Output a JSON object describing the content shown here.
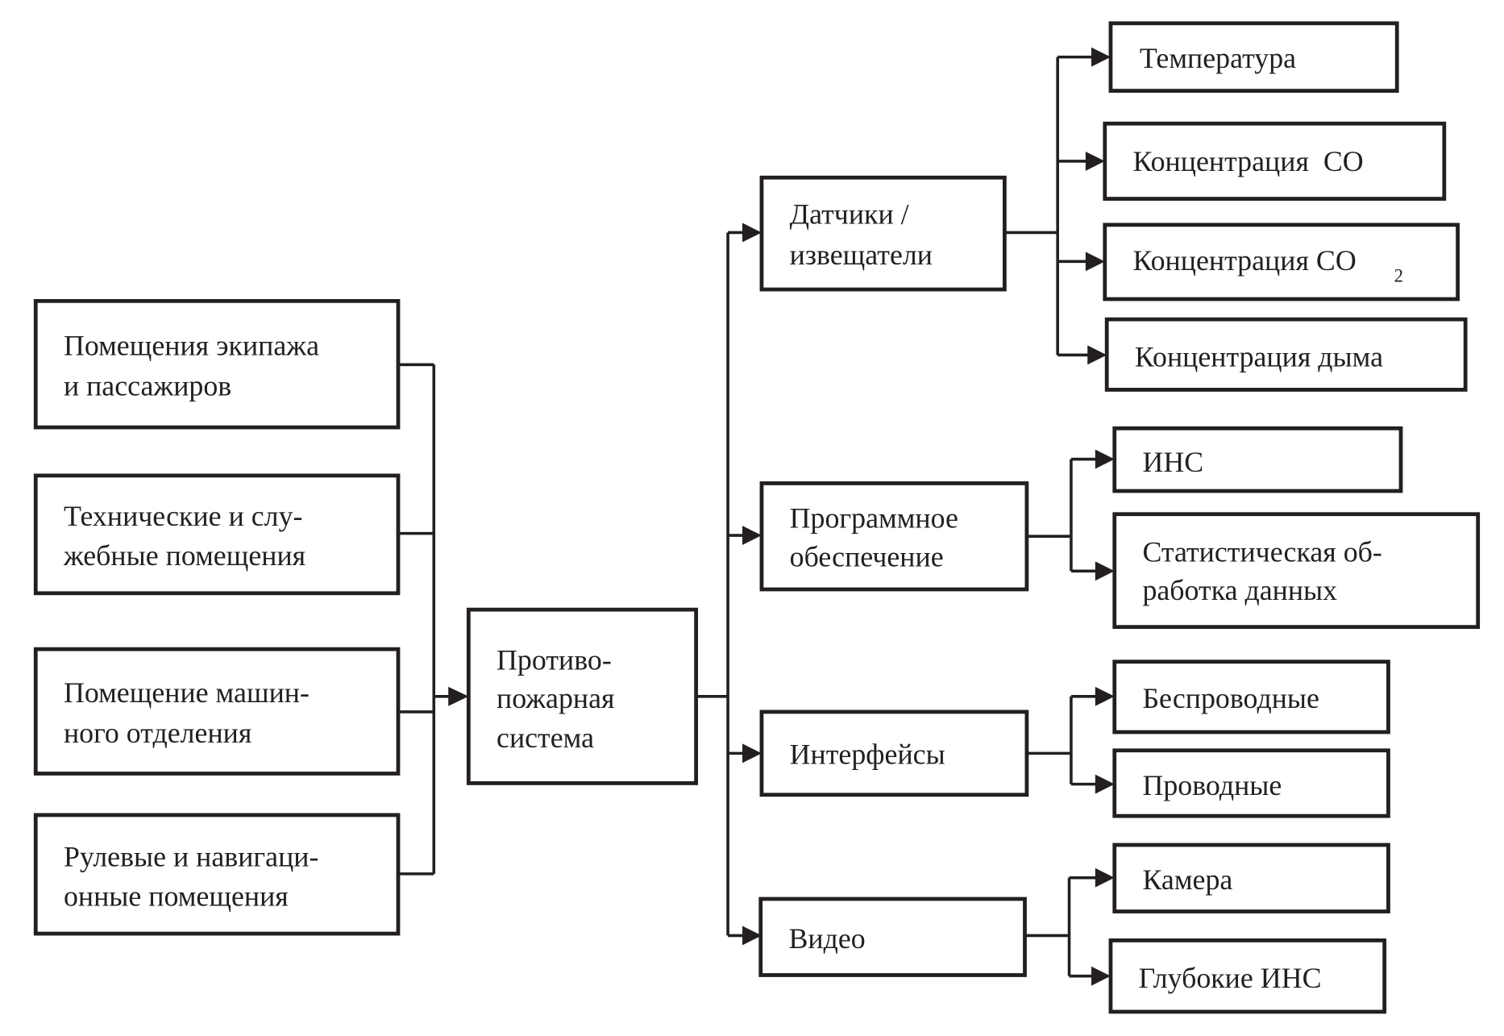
{
  "diagram": {
    "sources": [
      {
        "line1": "Помещения экипажа",
        "line2": "и пассажиров"
      },
      {
        "line1": "Технические и слу-",
        "line2": "жебные помещения"
      },
      {
        "line1": "Помещение машин-",
        "line2": "ного отделения"
      },
      {
        "line1": "Рулевые и навигаци-",
        "line2": "онные помещения"
      }
    ],
    "center": {
      "line1": "Противо-",
      "line2": "пожарная",
      "line3": "система"
    },
    "branches": [
      {
        "line1": "Датчики /",
        "line2": "извещатели",
        "leaves": [
          "Температура",
          "Концентрация  CO",
          "Концентрация CO",
          "Концентрация дыма"
        ],
        "co2_subscript": "2"
      },
      {
        "line1": "Программное",
        "line2": "обеспечение",
        "leaves": [
          "ИНС"
        ],
        "leaf2": {
          "line1": "Статистическая об-",
          "line2": "работка данных"
        }
      },
      {
        "line1": "Интерфейсы",
        "leaves": [
          "Беспроводные",
          "Проводные"
        ]
      },
      {
        "line1": "Видео",
        "leaves": [
          "Камера",
          "Глубокие ИНС"
        ]
      }
    ],
    "colors": {
      "stroke": "#231f20",
      "background": "#ffffff"
    }
  }
}
